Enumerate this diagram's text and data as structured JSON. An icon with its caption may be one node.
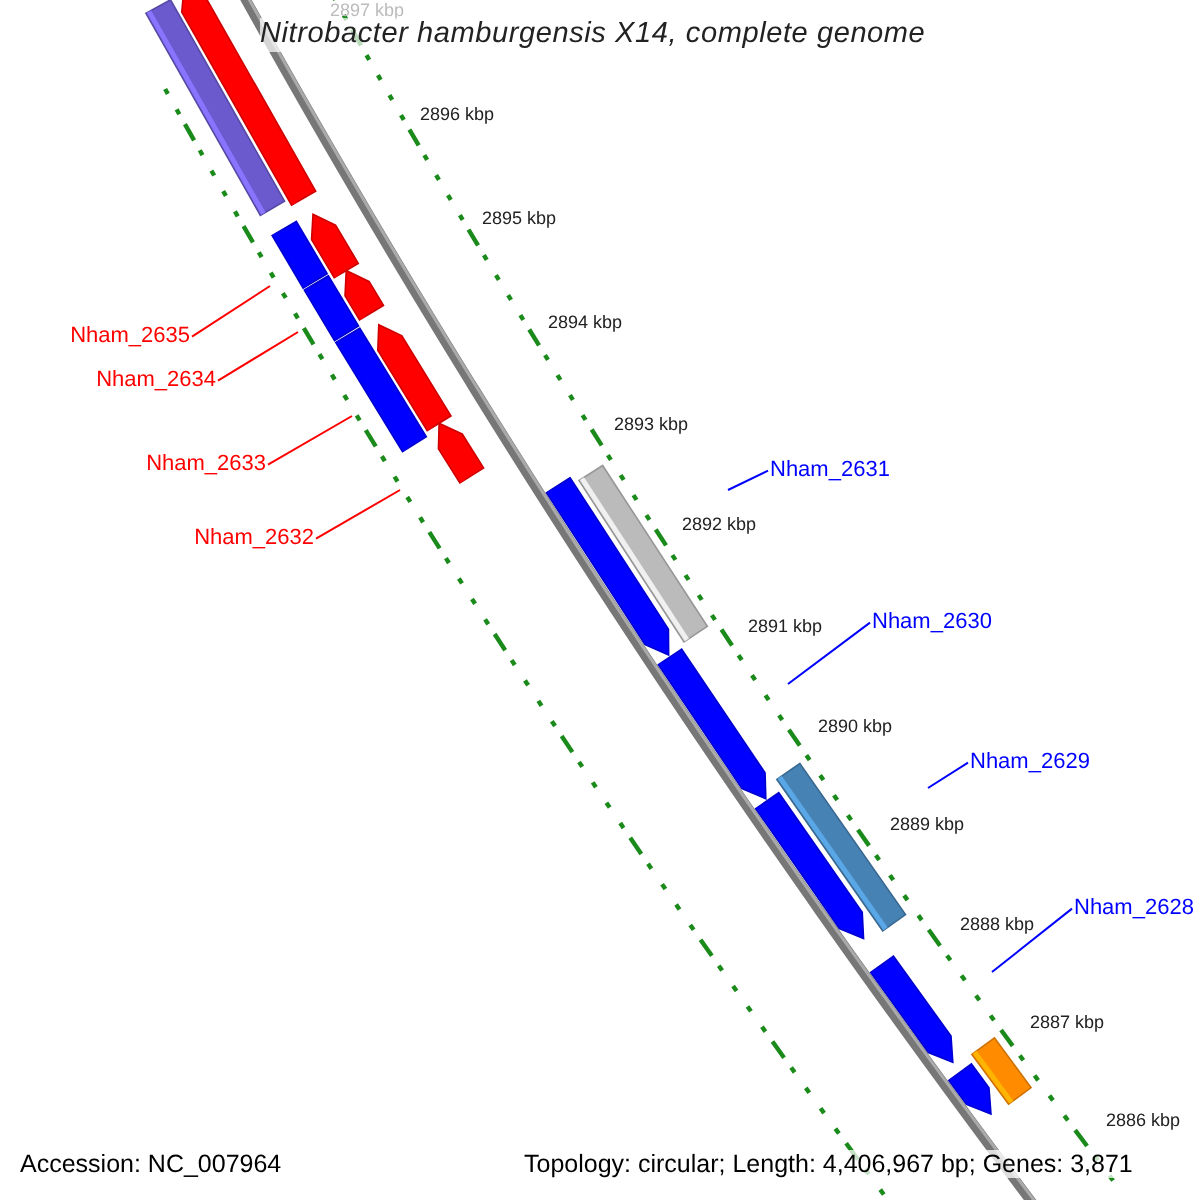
{
  "diagram": {
    "title": "Nitrobacter hamburgensis X14, complete genome",
    "nodes": [
      {
        "text": [
          "Nham_2635"
        ]
      },
      {
        "text": [
          "Nham_2634"
        ]
      },
      {
        "text": [
          "Nham_2633"
        ]
      },
      {
        "text": [
          "Nham_2632"
        ]
      },
      {
        "text": [
          "Nham_2631"
        ]
      },
      {
        "text": [
          "Nham_2630"
        ]
      },
      {
        "text": [
          "Nham_2629"
        ]
      },
      {
        "text": [
          "Nham_2628"
        ]
      }
    ],
    "edges": [
      {
        "from": 0,
        "to": null,
        "arrow": "none",
        "color": "#ff0000"
      },
      {
        "from": 1,
        "to": null,
        "arrow": "none",
        "color": "#ff0000"
      },
      {
        "from": 2,
        "to": null,
        "arrow": "none",
        "color": "#ff0000"
      },
      {
        "from": 3,
        "to": null,
        "arrow": "none",
        "color": "#ff0000"
      },
      {
        "from": 4,
        "to": null,
        "arrow": "none",
        "color": "#0000ff"
      },
      {
        "from": 5,
        "to": null,
        "arrow": "none",
        "color": "#0000ff"
      },
      {
        "from": 6,
        "to": null,
        "arrow": "none",
        "color": "#0000ff"
      },
      {
        "from": 7,
        "to": null,
        "arrow": "none",
        "color": "#0000ff"
      }
    ],
    "labels": [
      "2897 kbp",
      "2896 kbp",
      "2895 kbp",
      "2894 kbp",
      "2893 kbp",
      "2892 kbp",
      "2891 kbp",
      "2890 kbp",
      "2889 kbp",
      "2888 kbp",
      "2887 kbp",
      "2886 kbp",
      "Accession: NC_007964",
      "Topology: circular; Length: 4,406,967 bp; Genes: 3,871"
    ]
  }
}
